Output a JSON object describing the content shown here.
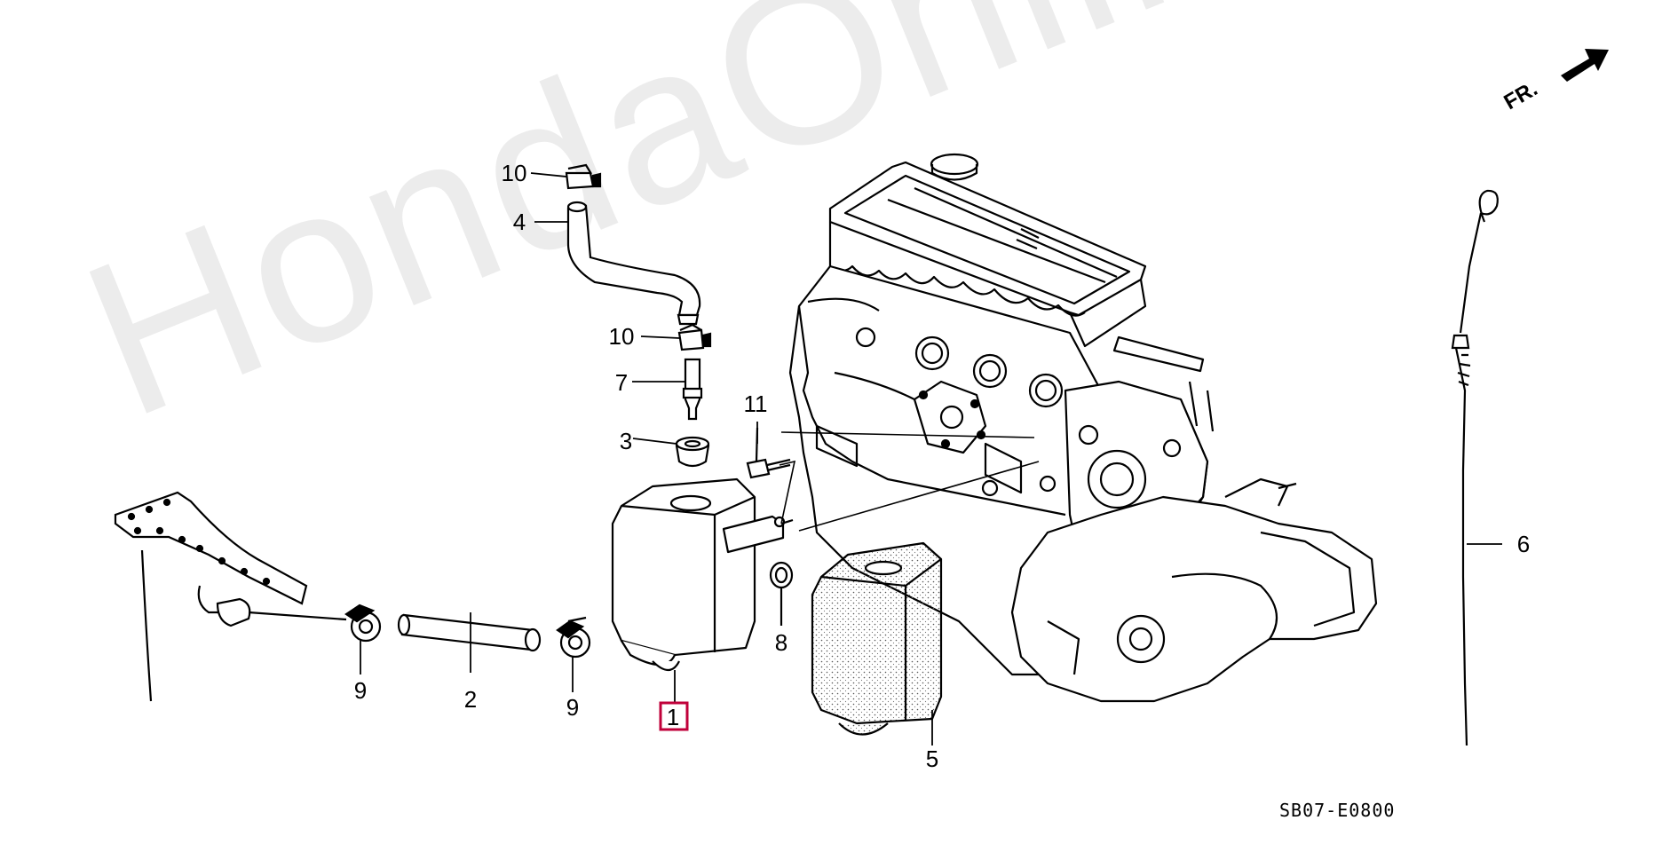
{
  "watermark": "HondaOnline.ru",
  "direction_label": "FR.",
  "diagram_code": "SB07-E0800",
  "highlight_color": "#c0003a",
  "callouts": {
    "p1": "1",
    "p2": "2",
    "p3": "3",
    "p4": "4",
    "p5": "5",
    "p6": "6",
    "p7": "7",
    "p8": "8",
    "p9a": "9",
    "p9b": "9",
    "p10a": "10",
    "p10b": "10",
    "p11": "11"
  }
}
